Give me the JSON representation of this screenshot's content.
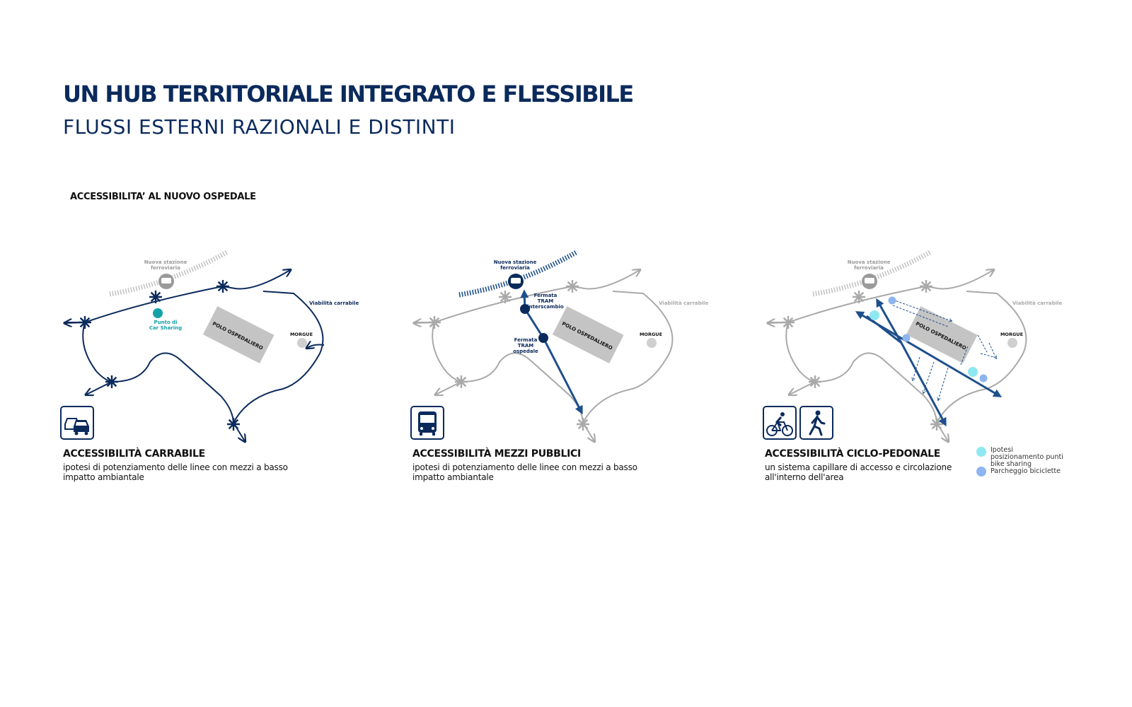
{
  "header": {
    "title": "UN HUB TERRITORIALE INTEGRATO E FLESSIBILE",
    "subtitle": "FLUSSI ESTERNI RAZIONALI E DISTINTI"
  },
  "section": {
    "title": "ACCESSIBILITA’ AL NUOVO OSPEDALE"
  },
  "colors": {
    "navy": "#0b2a5c",
    "mid_blue": "#1e4f8c",
    "gray": "#a9a9a9",
    "light_gray": "#cfcfcf",
    "teal": "#13a2a8",
    "cyan": "#8ee8f1",
    "light_blue": "#8db5ef"
  },
  "map_labels": {
    "station": "Nuova stazione ferroviaria",
    "polo": "POLO OSPEDALIERO",
    "morgue": "MORGUE",
    "viabilita": "Viabilità carrabile",
    "car_sharing": "Punto di Car Sharing",
    "tram_interscambio": "Fermata TRAM interscambio",
    "tram_ospedale": "Fermata TRAM ospedale"
  },
  "panels": [
    {
      "title": "ACCESSIBILITÀ CARRABILE",
      "description": "ipotesi di potenziamento delle linee con mezzi a basso impatto ambiantale",
      "icons": [
        "cars-icon"
      ]
    },
    {
      "title": "ACCESSIBILITÀ MEZZI PUBBLICI",
      "description": "ipotesi di potenziamento delle linee con mezzi a basso impatto ambiantale",
      "icons": [
        "bus-icon"
      ]
    },
    {
      "title": "ACCESSIBILITÀ CICLO-PEDONALE",
      "description": "un sistema capillare di accesso e circolazione all'interno dell'area",
      "icons": [
        "bicycle-icon",
        "pedestrian-icon"
      ]
    }
  ],
  "legend": [
    {
      "label": "Ipotesi posizionamento punti bike sharing",
      "color": "#8ee8f1"
    },
    {
      "label": "Parcheggio biciclette",
      "color": "#8db5ef"
    }
  ]
}
